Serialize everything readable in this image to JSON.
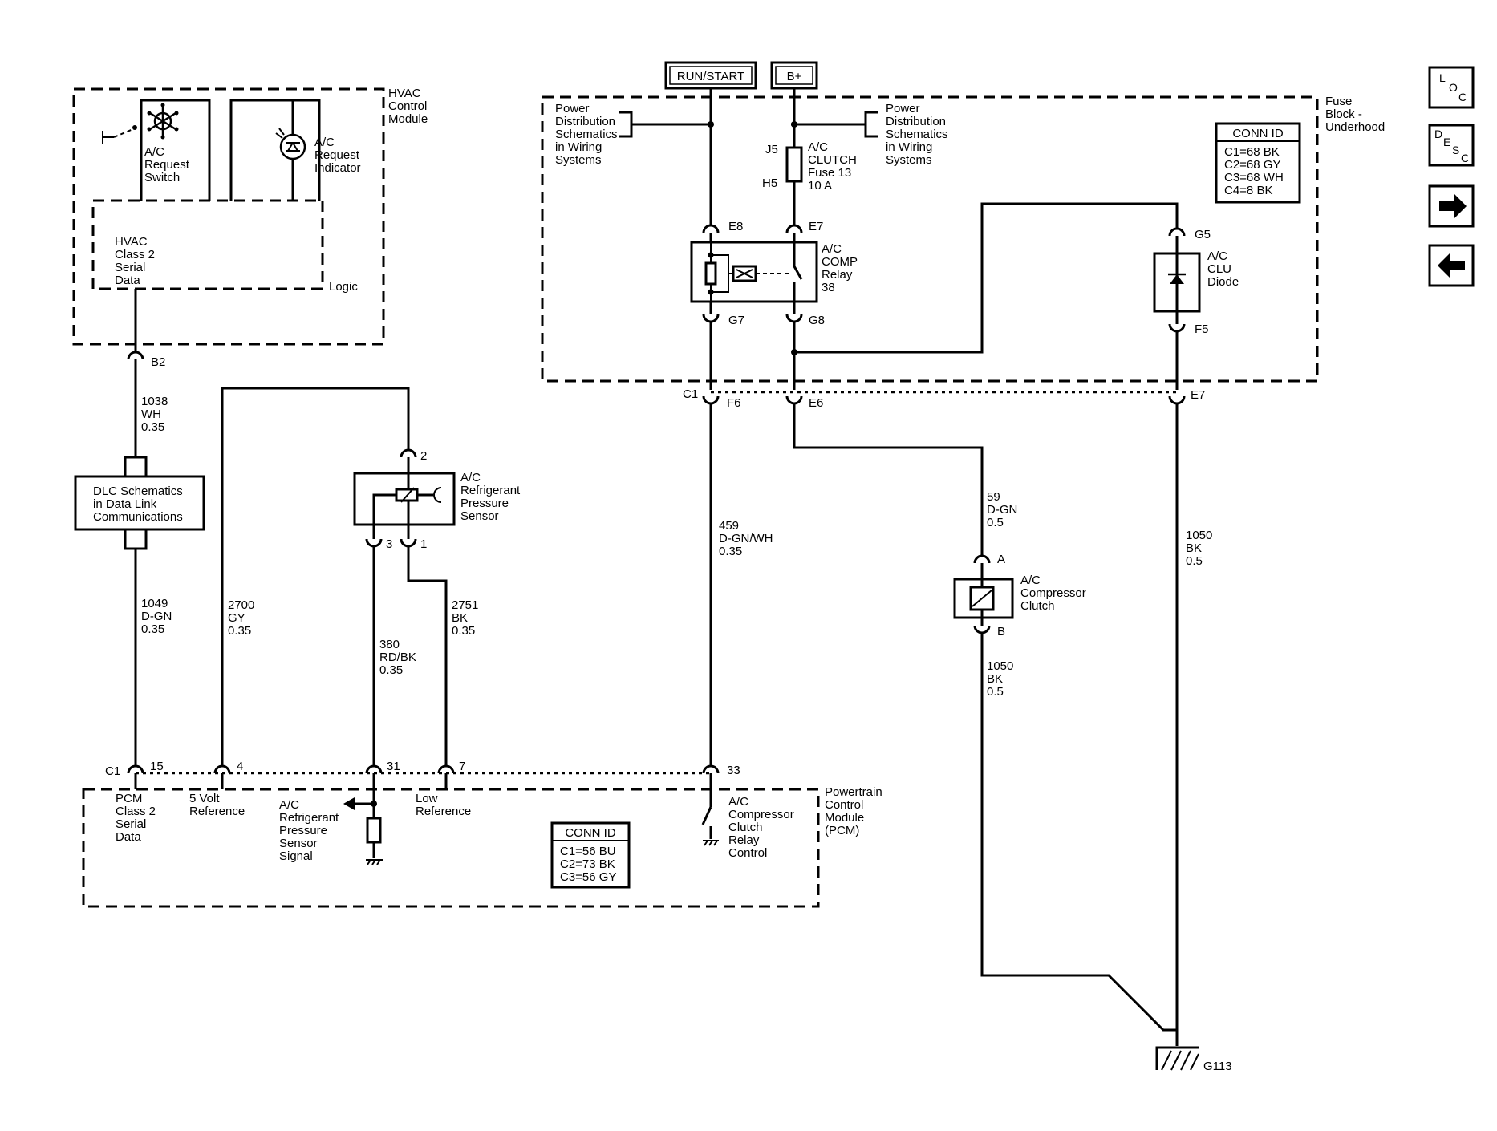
{
  "top_terminals": {
    "run_start": "RUN/START",
    "b_plus": "B+"
  },
  "hvac_module": {
    "title": [
      "HVAC",
      "Control",
      "Module"
    ],
    "switch_label": [
      "A/C",
      "Request",
      "Switch"
    ],
    "indicator_label": [
      "A/C",
      "Request",
      "Indicator"
    ],
    "serial_label": [
      "HVAC",
      "Class 2",
      "Serial",
      "Data"
    ],
    "logic_label": "Logic",
    "connector": "B2"
  },
  "fuse_block": {
    "title": [
      "Fuse",
      "Block -",
      "Underhood"
    ],
    "power_dist_left": [
      "Power",
      "Distribution",
      "Schematics",
      "in Wiring",
      "Systems"
    ],
    "power_dist_right": [
      "Power",
      "Distribution",
      "Schematics",
      "in Wiring",
      "Systems"
    ],
    "fuse_label": [
      "A/C",
      "CLUTCH",
      "Fuse 13",
      "10 A"
    ],
    "fuse_pin_top": "J5",
    "fuse_pin_bottom": "H5",
    "relay_label": [
      "A/C",
      "COMP",
      "Relay",
      "38"
    ],
    "relay_pins": {
      "top_left": "E8",
      "top_right": "E7",
      "bottom_left": "G7",
      "bottom_right": "G8"
    },
    "diode_label": [
      "A/C",
      "CLU",
      "Diode"
    ],
    "diode_pins": {
      "top": "G5",
      "bottom": "F5"
    },
    "conn_id": {
      "title": "CONN ID",
      "rows": [
        "C1=68 BK",
        "C2=68 GY",
        "C3=68 WH",
        "C4=8 BK"
      ]
    },
    "connector": "C1",
    "connector_pins": [
      "F6",
      "E6",
      "E7"
    ]
  },
  "dlc": {
    "label": [
      "DLC Schematics",
      "in Data Link",
      "Communications"
    ]
  },
  "wires": {
    "w1038": [
      "1038",
      "WH",
      "0.35"
    ],
    "w1049": [
      "1049",
      "D-GN",
      "0.35"
    ],
    "w2700": [
      "2700",
      "GY",
      "0.35"
    ],
    "w380": [
      "380",
      "RD/BK",
      "0.35"
    ],
    "w2751": [
      "2751",
      "BK",
      "0.35"
    ],
    "w459": [
      "459",
      "D-GN/WH",
      "0.35"
    ],
    "w59": [
      "59",
      "D-GN",
      "0.5"
    ],
    "w1050a": [
      "1050",
      "BK",
      "0.5"
    ],
    "w1050b": [
      "1050",
      "BK",
      "0.5"
    ]
  },
  "pressure_sensor": {
    "label": [
      "A/C",
      "Refrigerant",
      "Pressure",
      "Sensor"
    ],
    "pins": {
      "top": "2",
      "bottom_left": "3",
      "bottom_right": "1"
    }
  },
  "clutch": {
    "label": [
      "A/C",
      "Compressor",
      "Clutch"
    ],
    "pins": {
      "top": "A",
      "bottom": "B"
    }
  },
  "pcm": {
    "title": [
      "Powertrain",
      "Control",
      "Module",
      "(PCM)"
    ],
    "connector": "C1",
    "pins": [
      "15",
      "4",
      "31",
      "7",
      "33"
    ],
    "serial_label": [
      "PCM",
      "Class 2",
      "Serial",
      "Data"
    ],
    "ref5v_label": [
      "5 Volt",
      "Reference"
    ],
    "signal_label": [
      "A/C",
      "Refrigerant",
      "Pressure",
      "Sensor",
      "Signal"
    ],
    "lowref_label": [
      "Low",
      "Reference"
    ],
    "relay_ctrl_label": [
      "A/C",
      "Compressor",
      "Clutch",
      "Relay",
      "Control"
    ],
    "conn_id": {
      "title": "CONN ID",
      "rows": [
        "C1=56 BU",
        "C2=73 BK",
        "C3=56 GY"
      ]
    }
  },
  "ground": {
    "label": "G113"
  },
  "nav": {
    "loc": [
      "L",
      "O",
      "C"
    ],
    "desc": [
      "D",
      "E",
      "S",
      "C"
    ],
    "forward_icon": "right-arrow-icon",
    "back_icon": "left-arrow-icon"
  }
}
